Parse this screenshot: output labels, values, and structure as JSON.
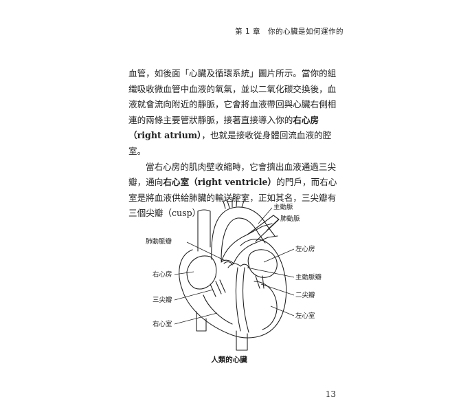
{
  "header": {
    "text": "第 1 章　你的心臟是如何運作的"
  },
  "body": {
    "p1": {
      "before": "血管，如後面「心臟及循環系統」圖片所示。當你的組織吸收微血管中血液的氧氣，並以二氧化碳交換後，血液就會流向附近的靜脈，它會將血液帶回與心臟右側相連的兩條主要管狀靜脈，接著直接導入你的",
      "bold": "右心房（right atrium）",
      "after": "，也就是接收從身體回流血液的腔室。"
    },
    "p2": {
      "before": "當右心房的肌肉壁收縮時，它會擠出血液通過三尖瓣，通向",
      "bold": "右心室（right ventricle）",
      "after": "的門戶，而右心室是將血液供給肺臟的輸送腔室，正如其名，三尖瓣有三個尖瓣（cusp）"
    }
  },
  "figure": {
    "labels": {
      "aorta": "主動脈",
      "pulmonary_artery": "肺動脈",
      "pulmonary_valve": "肺動脈瓣",
      "left_atrium": "左心房",
      "right_atrium": "右心房",
      "aortic_valve": "主動脈瓣",
      "tricuspid_valve": "三尖瓣",
      "mitral_valve": "二尖瓣",
      "right_ventricle": "右心室",
      "left_ventricle": "左心室"
    },
    "caption": "人類的心臟"
  },
  "page_number": "13"
}
